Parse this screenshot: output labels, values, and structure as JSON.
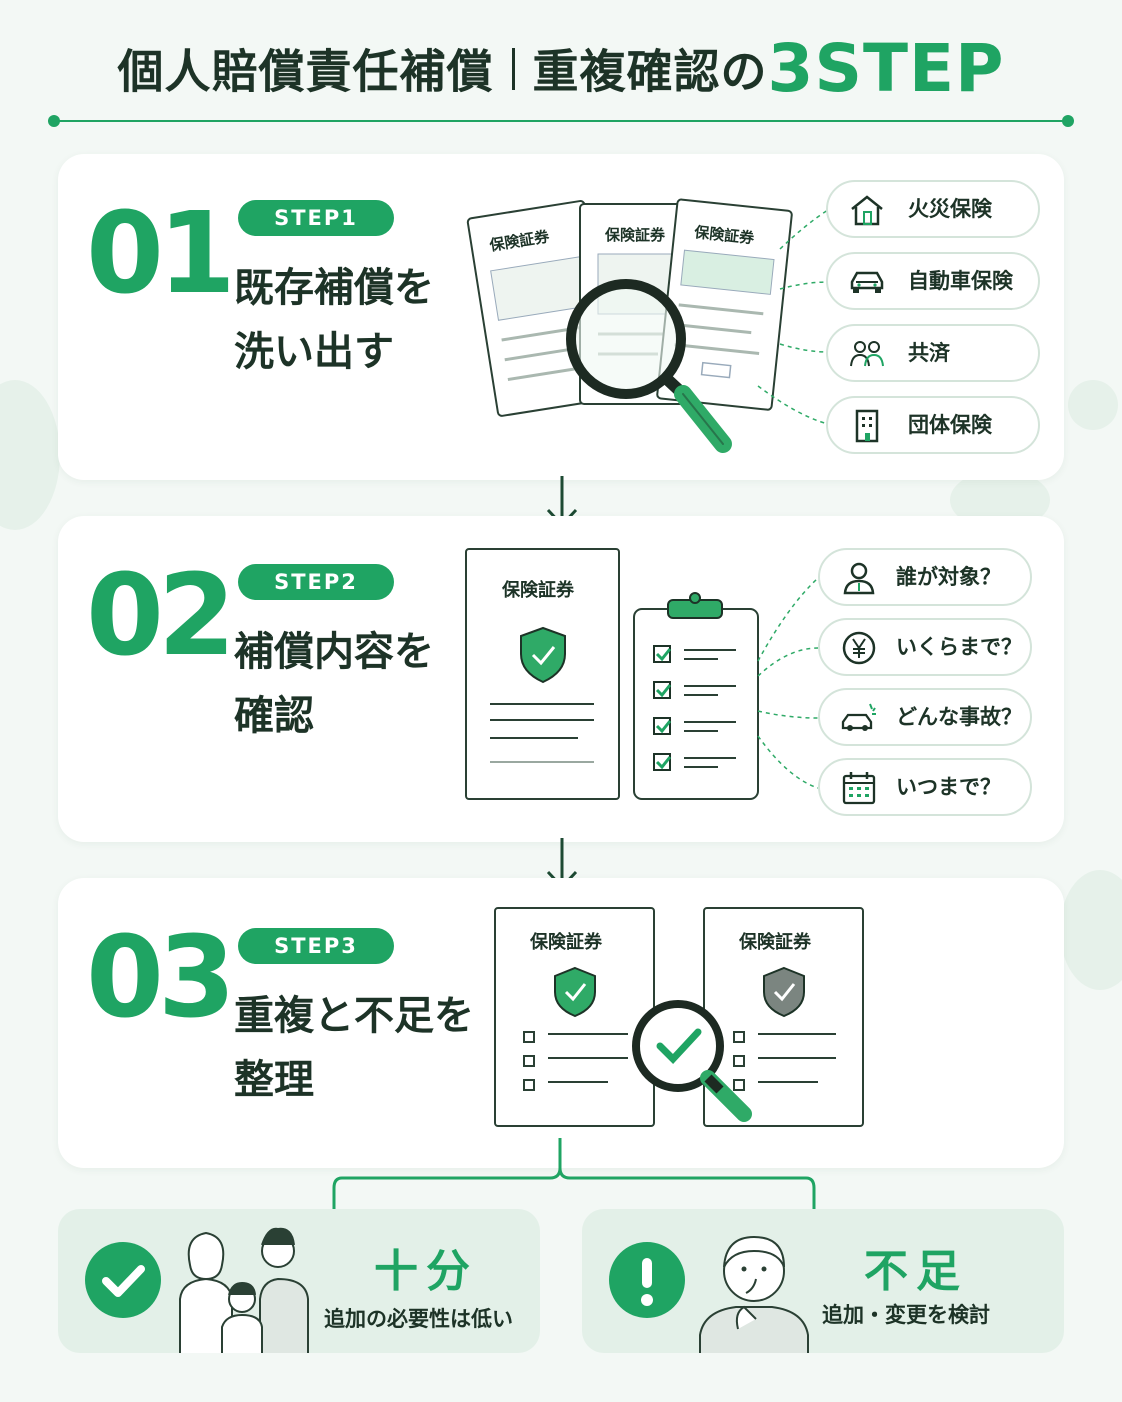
{
  "title": {
    "part1": "個人賠償責任補償",
    "part2": "重複確認の",
    "part3": "3STEP"
  },
  "colors": {
    "accent": "#1fa463",
    "dark": "#1d3327",
    "card": "#ffffff",
    "result_bg": "#e3f0e8"
  },
  "certificate_label": "保険証券",
  "steps": [
    {
      "num": "01",
      "badge": "STEP1",
      "line1": "既存補償を",
      "line2": "洗い出す",
      "items": [
        {
          "icon": "house-icon",
          "label": "火災保険"
        },
        {
          "icon": "car-icon",
          "label": "自動車保険"
        },
        {
          "icon": "people-icon",
          "label": "共済"
        },
        {
          "icon": "building-icon",
          "label": "団体保険"
        }
      ]
    },
    {
      "num": "02",
      "badge": "STEP2",
      "line1": "補償内容を",
      "line2": "確認",
      "items": [
        {
          "icon": "person-icon",
          "label": "誰が対象？"
        },
        {
          "icon": "yen-icon",
          "label": "いくらまで？"
        },
        {
          "icon": "car-accident-icon",
          "label": "どんな事故？"
        },
        {
          "icon": "calendar-icon",
          "label": "いつまで？"
        }
      ]
    },
    {
      "num": "03",
      "badge": "STEP3",
      "line1": "重複と不足を",
      "line2": "整理"
    }
  ],
  "results": {
    "enough": {
      "label": "十分",
      "sub": "追加の必要性は低い",
      "icon": "check-circle-icon"
    },
    "lacking": {
      "label": "不足",
      "sub": "追加・変更を検討",
      "icon": "exclamation-circle-icon"
    }
  }
}
